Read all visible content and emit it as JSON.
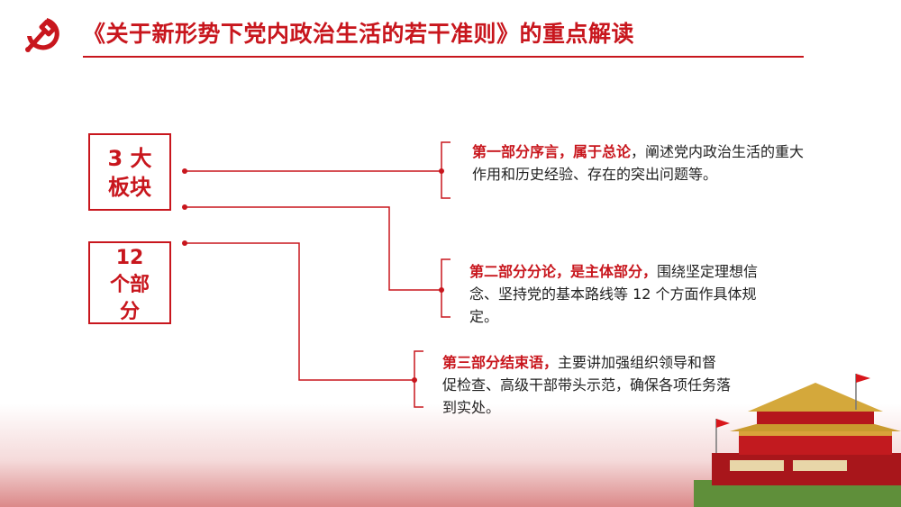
{
  "header": {
    "title": "《关于新形势下党内政治生活的若干准则》的重点解读",
    "logo_icon": "hammer-and-sickle-icon"
  },
  "boxes": {
    "box1": {
      "line1": "3 大",
      "line2": "板块"
    },
    "box2": {
      "line1": "12",
      "line2": "个部",
      "line3": "分"
    }
  },
  "parts": [
    {
      "lead": "第一部分序言，属于总论",
      "text": "，阐述党内政治生活的重大作用和历史经验、存在的突出问题等。"
    },
    {
      "lead": "第二部分分论，是主体部分，",
      "text": "围绕坚定理想信念、坚持党的基本路线等 12 个方面作具体规定。"
    },
    {
      "lead": "第三部分结束语，",
      "text": "主要讲加强组织领导和督促检查、高级干部带头示范，确保各项任务落到实处。"
    }
  ],
  "decor": {
    "landmark_icon": "tiananmen-gate-icon",
    "accent_color": "#c8161d"
  }
}
